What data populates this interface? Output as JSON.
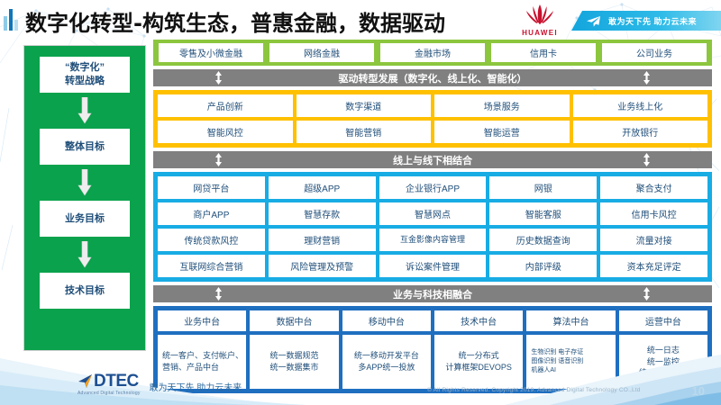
{
  "header": {
    "title": "数字化转型-构筑生态，普惠金融，数据驱动",
    "brand": "HUAWEI",
    "banner_text": "敢为天下先 助力云未来"
  },
  "sidebar": {
    "items": [
      {
        "label": "“数字化”\n转型战略"
      },
      {
        "label": "整体目标"
      },
      {
        "label": "业务目标"
      },
      {
        "label": "技术目标"
      }
    ]
  },
  "business_lines": {
    "items": [
      "零售及小微金融",
      "网络金融",
      "金融市场",
      "信用卡",
      "公司业务"
    ]
  },
  "layers": [
    {
      "bar_label": "驱动转型发展（数字化、线上化、智能化）",
      "color": "#ffc000",
      "cells": [
        "产品创新",
        "数字渠道",
        "场景服务",
        "业务线上化",
        "智能风控",
        "智能营销",
        "智能运营",
        "开放银行"
      ]
    },
    {
      "bar_label": "线上与线下相结合",
      "color": "#18ace4",
      "cells": [
        "网贷平台",
        "超级APP",
        "企业银行APP",
        "网银",
        "聚合支付",
        "商户APP",
        "智慧存款",
        "智慧网点",
        "智能客服",
        "信用卡风控",
        "传统贷款风控",
        "理财营销",
        "互金影像内容管理",
        "历史数据查询",
        "流量对接",
        "互联网综合营销",
        "风险管理及预警",
        "诉讼案件管理",
        "内部评级",
        "资本充足评定"
      ]
    }
  ],
  "platform": {
    "bar_label": "业务与科技相融合",
    "color": "#1f6fc0",
    "columns": [
      {
        "head": "业务中台",
        "body": "统一客户、支付帐户、营销、产品中台",
        "align": "left"
      },
      {
        "head": "数据中台",
        "body": "统一数据规范\n统一数据集市",
        "align": "center"
      },
      {
        "head": "移动中台",
        "body": "统一移动开发平台\n多APP统一投放",
        "align": "center"
      },
      {
        "head": "技术中台",
        "body": "统一分布式\n计算框架DEVOPS",
        "align": "center"
      },
      {
        "head": "算法中台",
        "body": "生物识别 电子存证\n图像识别 语音识别\n机器人AI",
        "align": "tiny"
      },
      {
        "head": "运营中台",
        "body": "统一日志\n统一监控\n统一云管平台",
        "align": "center"
      }
    ]
  },
  "footer": {
    "logo_word": "DTEC",
    "logo_sub": "Advanced Digital Technology",
    "slogan": "敢为天下先   助力云未来",
    "copyright": "© All Rights Reserved. Copyright 2019. Advanced Digital Technology CO.,Ltd",
    "page_number": "10"
  },
  "colors": {
    "green_sidebar": "#0aa24c",
    "green_bar": "#8cc63e",
    "orange": "#ffc000",
    "blue": "#18ace4",
    "navy": "#1f6fc0",
    "gray_bar": "#808080",
    "text_blue": "#1f4e79",
    "huawei_red": "#c8102e"
  }
}
